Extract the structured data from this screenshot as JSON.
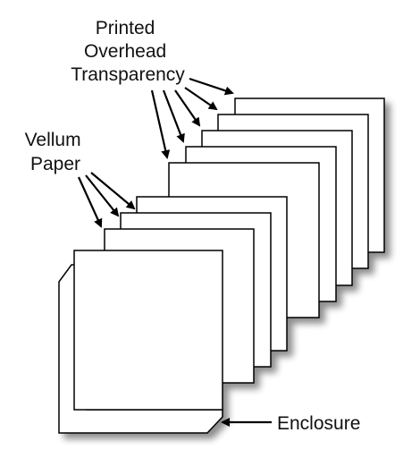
{
  "labels": {
    "transparency": [
      "Printed",
      "Overhead",
      "Transparency"
    ],
    "vellum": [
      "Vellum",
      "Paper"
    ],
    "enclosure": "Enclosure"
  },
  "colors": {
    "sheet_fill": "#ffffff",
    "sheet_stroke": "#000000",
    "shadow": "#9a9a9a",
    "text": "#111111"
  }
}
